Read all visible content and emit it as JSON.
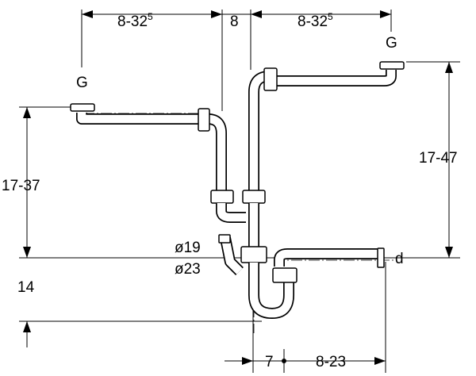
{
  "labels": {
    "top_left_dim_main": "8-32",
    "top_left_dim_sup": "5",
    "top_mid_dim": "8",
    "top_right_dim_main": "8-32",
    "top_right_dim_sup": "5",
    "outlet_left": "G",
    "outlet_right": "G",
    "left_height": "17-37",
    "right_height": "17-47",
    "dia_small": "ø19",
    "dia_large": "ø23",
    "trap_depth": "14",
    "drain_label": "d",
    "bottom_offset": "7",
    "bottom_length": "8-23"
  }
}
